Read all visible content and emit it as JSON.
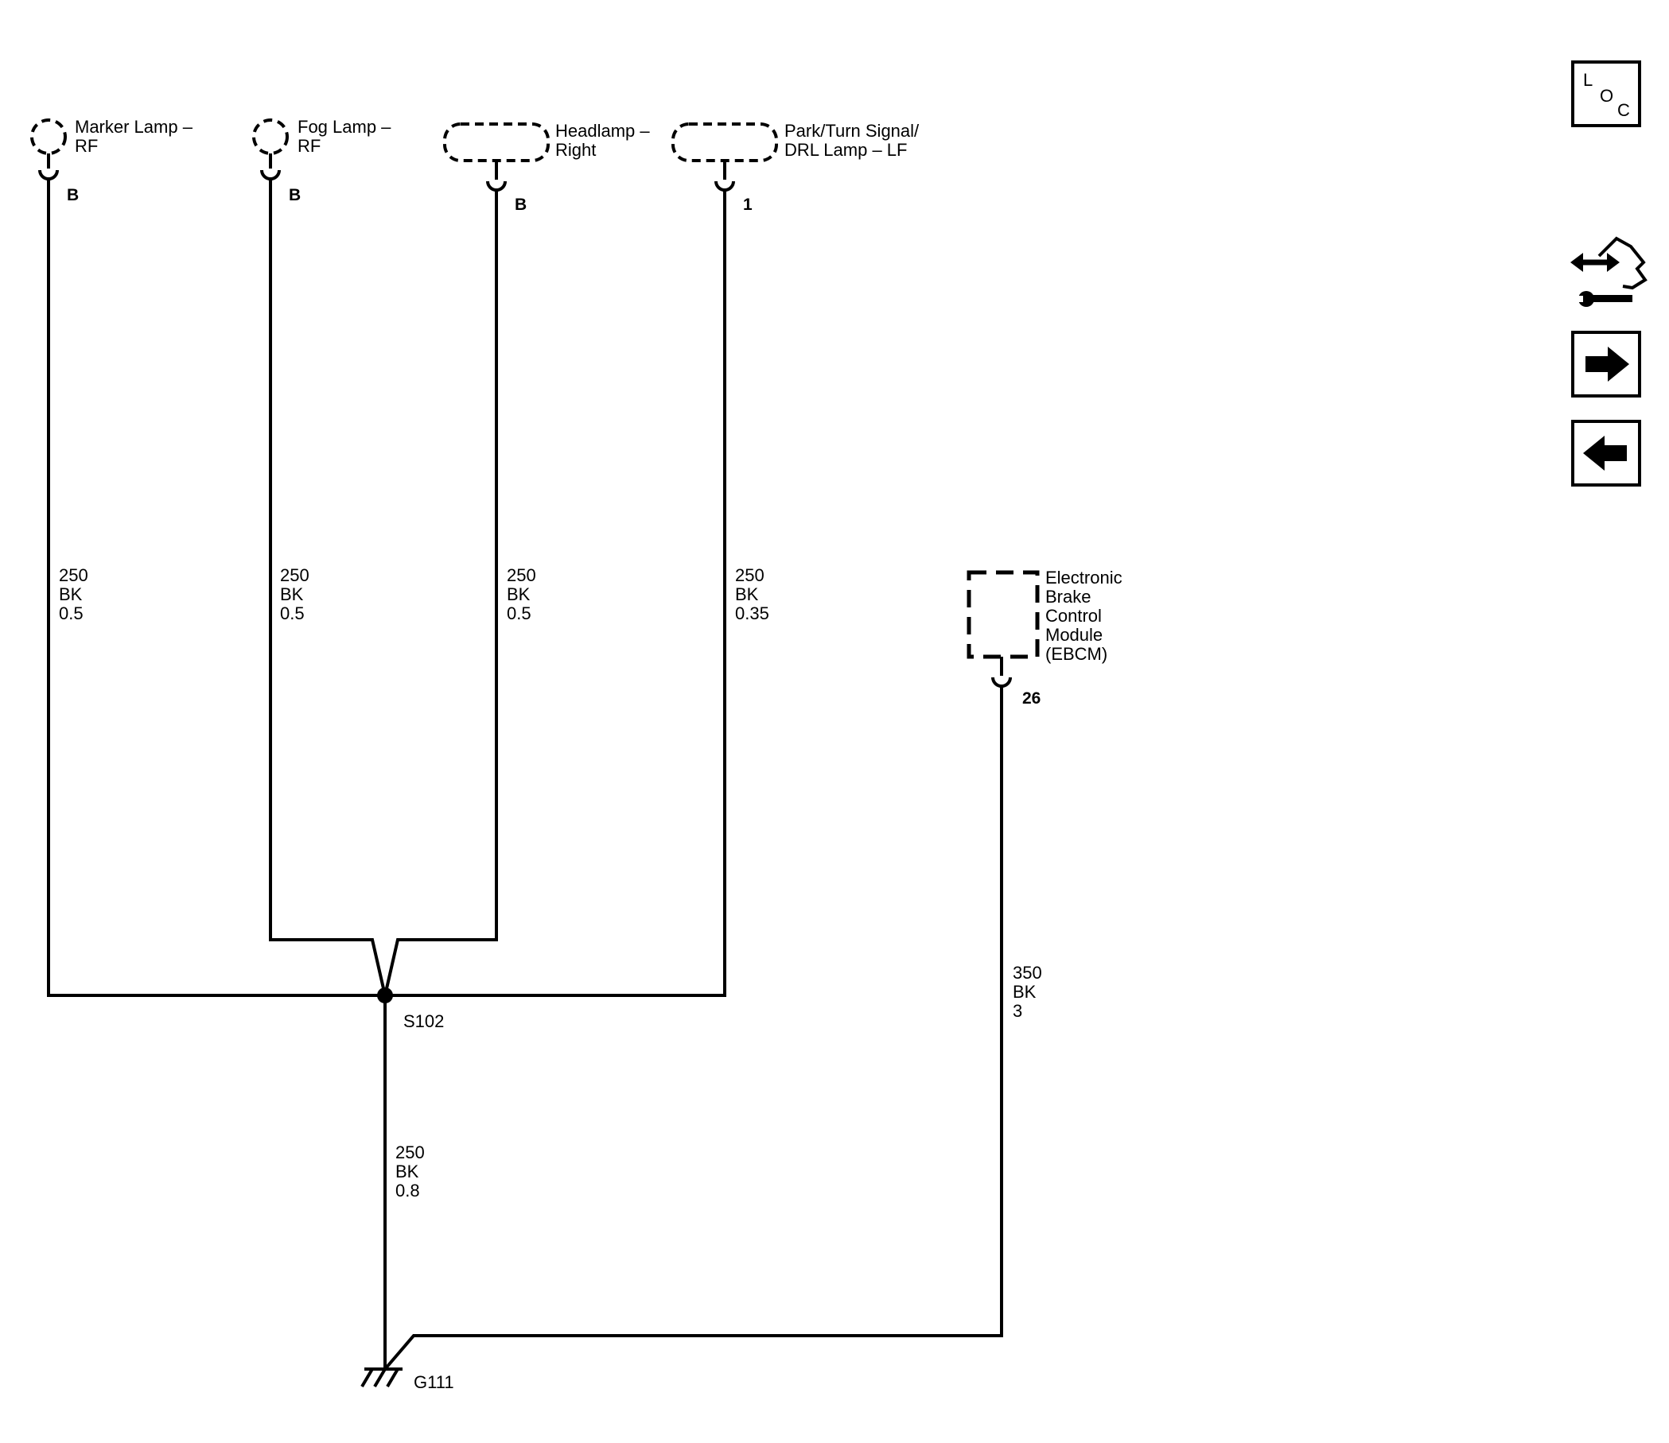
{
  "components": {
    "marker_lamp_rf": {
      "line1": "Marker Lamp –",
      "line2": "RF",
      "pin": "B"
    },
    "fog_lamp_rf": {
      "line1": "Fog Lamp –",
      "line2": "RF",
      "pin": "B"
    },
    "headlamp_right": {
      "line1": "Headlamp –",
      "line2": "Right",
      "pin": "B"
    },
    "park_turn_drl_lf": {
      "line1": "Park/Turn Signal/",
      "line2": "DRL Lamp – LF",
      "pin": "1"
    },
    "ebcm": {
      "line1": "Electronic",
      "line2": "Brake",
      "line3": "Control",
      "line4": "Module",
      "line5": "(EBCM)",
      "pin": "26"
    }
  },
  "wires": {
    "marker": {
      "circuit": "250",
      "color": "BK",
      "size": "0.5"
    },
    "fog": {
      "circuit": "250",
      "color": "BK",
      "size": "0.5"
    },
    "headlamp": {
      "circuit": "250",
      "color": "BK",
      "size": "0.5"
    },
    "park": {
      "circuit": "250",
      "color": "BK",
      "size": "0.35"
    },
    "splice_to_ground": {
      "circuit": "250",
      "color": "BK",
      "size": "0.8"
    },
    "ebcm": {
      "circuit": "350",
      "color": "BK",
      "size": "3"
    }
  },
  "splice": {
    "label": "S102"
  },
  "ground": {
    "label": "G111"
  },
  "icons": {
    "loc": {
      "name": "loc-icon",
      "l": "L",
      "o": "O",
      "c": "C"
    },
    "hand_wrench": {
      "name": "hand-wrench-icon"
    },
    "next": {
      "name": "arrow-right-icon"
    },
    "prev": {
      "name": "arrow-left-icon"
    }
  }
}
